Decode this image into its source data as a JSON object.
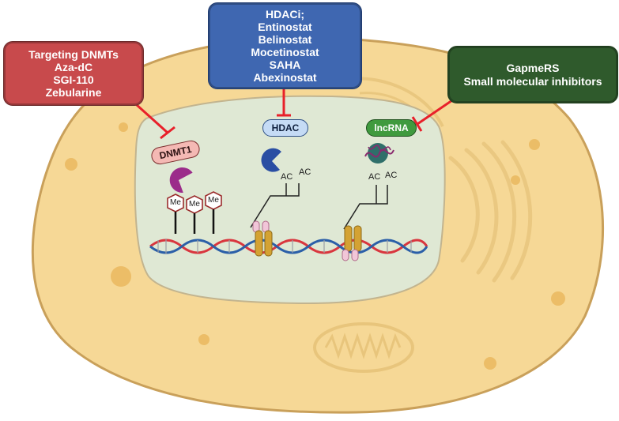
{
  "colors": {
    "cell_fill": "#f6d896",
    "cell_stroke": "#c9a05a",
    "nucleus_fill": "#dfe8d4",
    "dnmt_box": "#c84a4c",
    "hdac_box": "#3f67b1",
    "gapmer_box": "#2f5a2c",
    "inhibit_red": "#e8202a",
    "dna_red": "#d9363e",
    "dna_blue": "#2b5fa8"
  },
  "boxes": {
    "dnmt_targeting": [
      "Targeting DNMTs",
      "Aza-dC",
      "SGI-110",
      "Zebularine"
    ],
    "hdac_inhibitors": [
      "HDACi;",
      "Entinostat",
      "Belinostat",
      "Mocetinostat",
      "SAHA",
      "Abexinostat"
    ],
    "gapmers": [
      "GapmeRS",
      "Small molecular inhibitors"
    ]
  },
  "labels": {
    "dnmt1": "DNMT1",
    "hdac": "HDAC",
    "lncrna": "lncRNA",
    "methyl": "Me",
    "acetyl": "AC"
  }
}
